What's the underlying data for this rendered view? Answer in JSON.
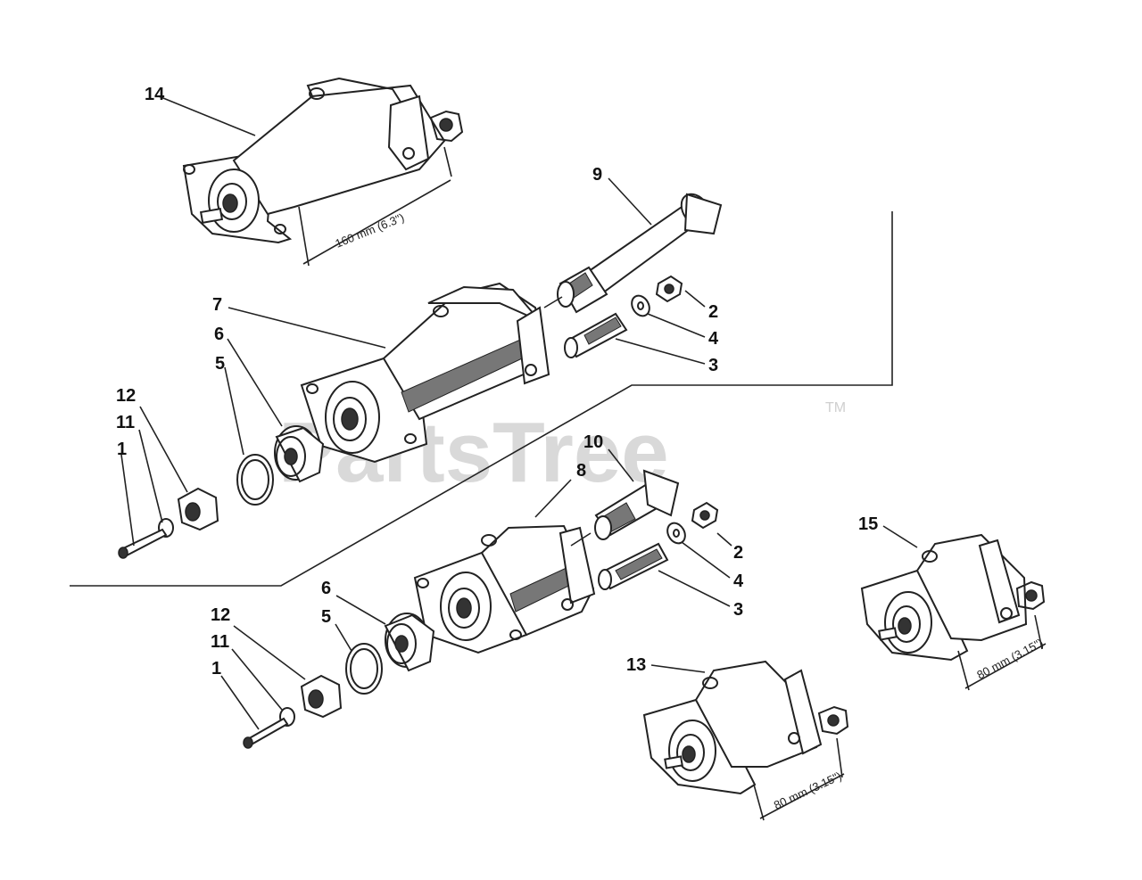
{
  "watermark": {
    "text": "PartsTree",
    "trademark": "TM"
  },
  "callouts": {
    "c14": "14",
    "c9": "9",
    "c7": "7",
    "c6a": "6",
    "c5a": "5",
    "c12a": "12",
    "c11a": "11",
    "c1a": "1",
    "c2a": "2",
    "c4a": "4",
    "c3a": "3",
    "c10": "10",
    "c8": "8",
    "c2b": "2",
    "c4b": "4",
    "c3b": "3",
    "c6b": "6",
    "c5b": "5",
    "c12b": "12",
    "c11b": "11",
    "c1b": "1",
    "c13": "13",
    "c15": "15"
  },
  "dimensions": {
    "d14": "160 mm (6.3\")",
    "d13": "80 mm (3.15\")",
    "d15": "80 mm (3.15\")"
  }
}
